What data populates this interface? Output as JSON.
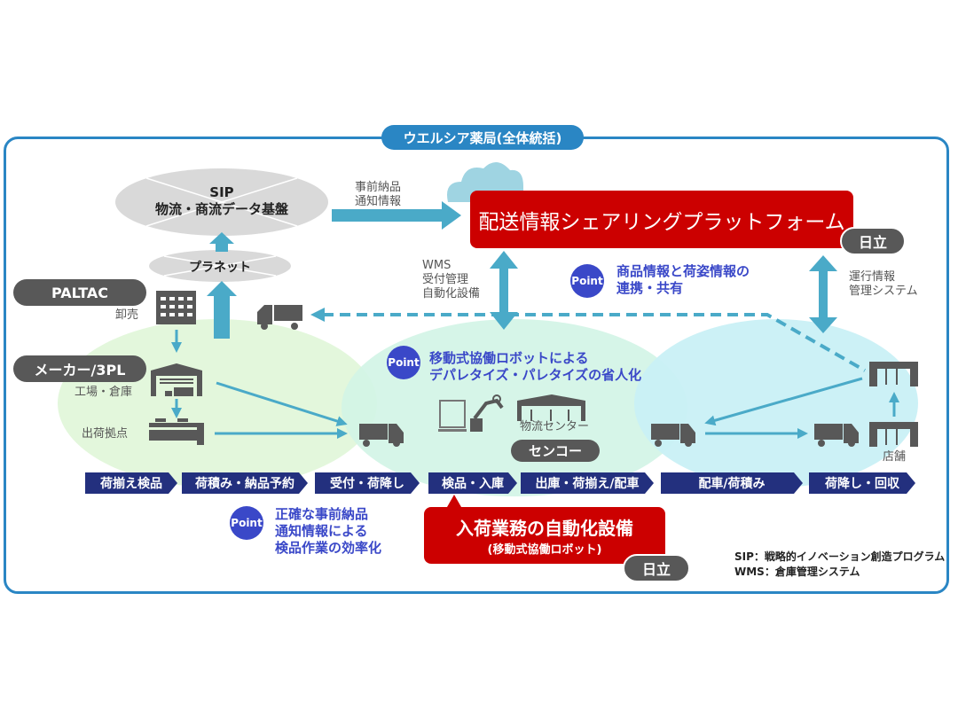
{
  "frame": {
    "title": "ウエルシア薬局(全体統括)"
  },
  "sip": {
    "line1": "SIP",
    "line2": "物流・商流データ基盤"
  },
  "planet": {
    "label": "プラネット"
  },
  "advance_notice": {
    "line1": "事前納品",
    "line2": "通知情報"
  },
  "platform": {
    "title": "配送情報シェアリングプラットフォーム",
    "vendor": "日立"
  },
  "wms": {
    "line1": "WMS",
    "line2": "受付管理",
    "line3": "自動化設備"
  },
  "operation": {
    "line1": "運行情報",
    "line2": "管理システム"
  },
  "points": [
    {
      "badge": "Point",
      "line1": "商品情報と荷姿情報の",
      "line2": "連携・共有"
    },
    {
      "badge": "Point",
      "line1": "移動式協働ロボットによる",
      "line2": "デパレタイズ・パレタイズの省人化"
    },
    {
      "badge": "Point",
      "line1": "正確な事前納品",
      "line2": "通知情報による",
      "line3": "検品作業の効率化"
    }
  ],
  "actors": {
    "paltac": "PALTAC",
    "paltac_role": "卸売",
    "maker": "メーカー/3PL",
    "maker_role": "工場・倉庫",
    "shipping_base": "出荷拠点",
    "logistics_center": "物流センター",
    "senko": "センコー",
    "store": "店舗"
  },
  "steps": [
    "荷揃え検品",
    "荷積み・納品予約",
    "受付・荷降し",
    "検品・入庫",
    "出庫・荷揃え/配車",
    "配車/荷積み",
    "荷降し・回収"
  ],
  "automation": {
    "title": "入荷業務の自動化設備",
    "subtitle": "(移動式協働ロボット)",
    "vendor": "日立"
  },
  "legend": [
    "SIP：戦略的イノベーション創造プログラム",
    "WMS：倉庫管理システム"
  ],
  "colors": {
    "frame": "#2a86c4",
    "arrow": "#4aaac8",
    "red": "#cc0000",
    "point": "#3a48c8",
    "step": "#23307e",
    "pill": "#585858",
    "green_zone": "#e3f7dc",
    "mint_zone": "#d5f5ea",
    "cyan_zone": "#c9f0f6"
  }
}
